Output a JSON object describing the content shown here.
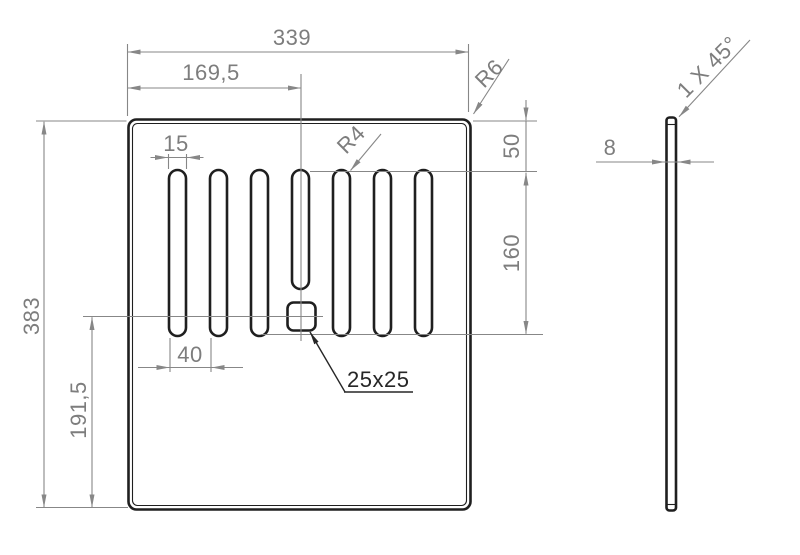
{
  "colors": {
    "part_line": "#1f1f1f",
    "dim_line": "#878787",
    "dim_text": "#7d7d7d",
    "callout_text": "#262626"
  },
  "front_view": {
    "overall_width": "339",
    "center_offset": "169,5",
    "corner_radius_label": "R6",
    "slot_width": "15",
    "slot_radius_label": "R4",
    "top_margin": "50",
    "slot_length": "160",
    "overall_height": "383",
    "slot_pitch": "40",
    "square_center_from_bottom": "191,5",
    "square_callout": "25x25"
  },
  "side_view": {
    "thickness": "8",
    "chamfer_callout": "1 X 45°"
  }
}
